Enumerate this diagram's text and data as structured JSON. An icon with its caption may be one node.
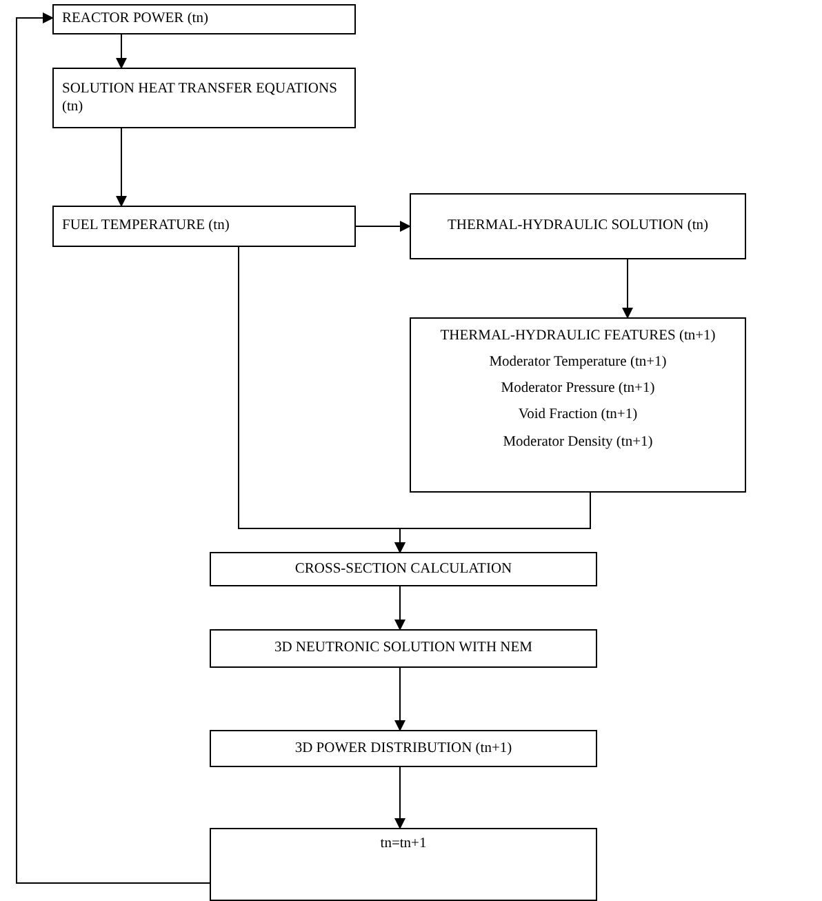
{
  "diagram": {
    "nodes": [
      {
        "text": [
          "REACTOR POWER (tn)"
        ]
      },
      {
        "text": [
          "SOLUTION HEAT TRANSFER EQUATIONS (tn)"
        ]
      },
      {
        "text": [
          "FUEL TEMPERATURE  (tn)"
        ]
      },
      {
        "text": [
          "THERMAL-HYDRAULIC SOLUTION (tn)"
        ]
      },
      {
        "text": [
          "THERMAL-HYDRAULIC FEATURES  (tn+1)",
          "Moderator Temperature (tn+1)",
          "Moderator Pressure (tn+1)",
          "Void Fraction (tn+1)",
          "Moderator Density (tn+1)"
        ]
      },
      {
        "text": [
          "CROSS-SECTION CALCULATION"
        ]
      },
      {
        "text": [
          "3D NEUTRONIC SOLUTION WITH NEM"
        ]
      },
      {
        "text": [
          "3D POWER DISTRIBUTION (tn+1)"
        ]
      },
      {
        "text": [
          "tn=tn+1"
        ]
      }
    ],
    "edges": [
      {
        "from": 0,
        "to": 1,
        "arrow": "to"
      },
      {
        "from": 1,
        "to": 2,
        "arrow": "to"
      },
      {
        "from": 2,
        "to": 3,
        "arrow": "to"
      },
      {
        "from": 3,
        "to": 4,
        "arrow": "to"
      },
      {
        "from": 2,
        "to": 5,
        "arrow": "to"
      },
      {
        "from": 4,
        "to": 5,
        "arrow": "to"
      },
      {
        "from": 5,
        "to": 6,
        "arrow": "to"
      },
      {
        "from": 6,
        "to": 7,
        "arrow": "to"
      },
      {
        "from": 7,
        "to": 8,
        "arrow": "to"
      },
      {
        "from": 8,
        "to": 0,
        "arrow": "to"
      }
    ]
  }
}
